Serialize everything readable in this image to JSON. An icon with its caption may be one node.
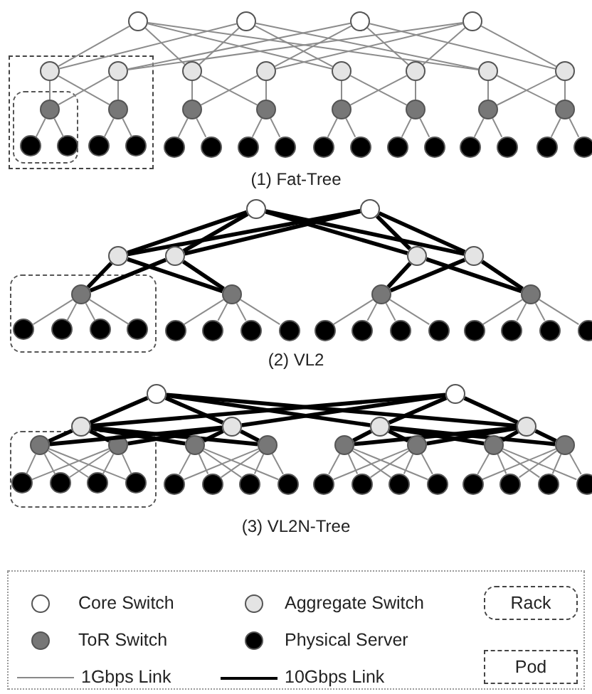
{
  "diagram": {
    "nodes": [
      {
        "text": [],
        "shape": "circle"
      },
      {
        "text": [],
        "shape": "circle"
      },
      {
        "text": [],
        "shape": "circle"
      },
      {
        "text": [],
        "shape": "circle"
      },
      {
        "text": [],
        "shape": "box"
      },
      {
        "text": [],
        "shape": "circle",
        "in": 4
      },
      {
        "text": [],
        "shape": "circle",
        "in": 4
      },
      {
        "text": [],
        "shape": "circle"
      },
      {
        "text": [],
        "shape": "circle"
      },
      {
        "text": [],
        "shape": "circle"
      },
      {
        "text": [],
        "shape": "circle"
      },
      {
        "text": [],
        "shape": "circle"
      },
      {
        "text": [],
        "shape": "circle"
      },
      {
        "text": [],
        "shape": "box",
        "in": 4
      },
      {
        "text": [],
        "shape": "circle",
        "in": 13
      },
      {
        "text": [],
        "shape": "circle",
        "in": 4
      },
      {
        "text": [],
        "shape": "circle"
      },
      {
        "text": [],
        "shape": "circle"
      },
      {
        "text": [],
        "shape": "circle"
      },
      {
        "text": [],
        "shape": "circle"
      },
      {
        "text": [],
        "shape": "circle"
      },
      {
        "text": [],
        "shape": "circle"
      },
      {
        "text": [],
        "shape": "circle",
        "in": 13
      },
      {
        "text": [],
        "shape": "circle",
        "in": 13
      },
      {
        "text": [],
        "shape": "circle",
        "in": 4
      },
      {
        "text": [],
        "shape": "circle",
        "in": 4
      },
      {
        "text": [],
        "shape": "circle"
      },
      {
        "text": [],
        "shape": "circle"
      },
      {
        "text": [],
        "shape": "circle"
      },
      {
        "text": [],
        "shape": "circle"
      },
      {
        "text": [],
        "shape": "circle"
      },
      {
        "text": [],
        "shape": "circle"
      },
      {
        "text": [],
        "shape": "circle"
      },
      {
        "text": [],
        "shape": "circle"
      },
      {
        "text": [],
        "shape": "circle"
      },
      {
        "text": [],
        "shape": "circle"
      },
      {
        "text": [],
        "shape": "circle"
      },
      {
        "text": [],
        "shape": "circle"
      },
      {
        "text": [],
        "shape": "circle"
      },
      {
        "text": [],
        "shape": "circle"
      },
      {
        "text": [],
        "shape": "circle"
      },
      {
        "text": [],
        "shape": "circle"
      },
      {
        "text": [],
        "shape": "circle"
      },
      {
        "text": [],
        "shape": "circle"
      },
      {
        "text": [],
        "shape": "box"
      },
      {
        "text": [],
        "shape": "circle",
        "in": 44
      },
      {
        "text": [],
        "shape": "circle"
      },
      {
        "text": [],
        "shape": "circle"
      },
      {
        "text": [],
        "shape": "circle"
      },
      {
        "text": [],
        "shape": "circle",
        "in": 44
      },
      {
        "text": [],
        "shape": "circle",
        "in": 44
      },
      {
        "text": [],
        "shape": "circle",
        "in": 44
      },
      {
        "text": [],
        "shape": "circle",
        "in": 44
      },
      {
        "text": [],
        "shape": "circle"
      },
      {
        "text": [],
        "shape": "circle"
      },
      {
        "text": [],
        "shape": "circle"
      },
      {
        "text": [],
        "shape": "circle"
      },
      {
        "text": [],
        "shape": "circle"
      },
      {
        "text": [],
        "shape": "circle"
      },
      {
        "text": [],
        "shape": "circle"
      },
      {
        "text": [],
        "shape": "circle"
      },
      {
        "text": [],
        "shape": "circle"
      },
      {
        "text": [],
        "shape": "circle"
      },
      {
        "text": [],
        "shape": "circle"
      },
      {
        "text": [],
        "shape": "circle"
      },
      {
        "text": [],
        "shape": "circle"
      },
      {
        "text": [],
        "shape": "circle"
      },
      {
        "text": [],
        "shape": "circle"
      },
      {
        "text": [],
        "shape": "circle"
      },
      {
        "text": [],
        "shape": "circle"
      },
      {
        "text": [],
        "shape": "circle"
      },
      {
        "text": [],
        "shape": "box"
      },
      {
        "text": [],
        "shape": "circle",
        "in": 71
      },
      {
        "text": [],
        "shape": "circle",
        "in": 71
      },
      {
        "text": [],
        "shape": "circle"
      },
      {
        "text": [],
        "shape": "circle"
      },
      {
        "text": [],
        "shape": "circle"
      },
      {
        "text": [],
        "shape": "circle"
      },
      {
        "text": [],
        "shape": "circle"
      },
      {
        "text": [],
        "shape": "circle"
      },
      {
        "text": [],
        "shape": "circle",
        "in": 71
      },
      {
        "text": [],
        "shape": "circle",
        "in": 71
      },
      {
        "text": [],
        "shape": "circle",
        "in": 71
      },
      {
        "text": [],
        "shape": "circle",
        "in": 71
      },
      {
        "text": [],
        "shape": "circle"
      },
      {
        "text": [],
        "shape": "circle"
      },
      {
        "text": [],
        "shape": "circle"
      },
      {
        "text": [],
        "shape": "circle"
      },
      {
        "text": [],
        "shape": "circle"
      },
      {
        "text": [],
        "shape": "circle"
      },
      {
        "text": [],
        "shape": "circle"
      },
      {
        "text": [],
        "shape": "circle"
      },
      {
        "text": [],
        "shape": "circle"
      },
      {
        "text": [],
        "shape": "circle"
      },
      {
        "text": [],
        "shape": "circle"
      },
      {
        "text": [],
        "shape": "circle"
      }
    ],
    "edges": [
      {
        "from": 0,
        "to": 5,
        "arrow": "none"
      },
      {
        "from": 0,
        "to": 7,
        "arrow": "none"
      },
      {
        "from": 0,
        "to": 9,
        "arrow": "none"
      },
      {
        "from": 0,
        "to": 11,
        "arrow": "none"
      },
      {
        "from": 1,
        "to": 5,
        "arrow": "none"
      },
      {
        "from": 1,
        "to": 7,
        "arrow": "none"
      },
      {
        "from": 1,
        "to": 9,
        "arrow": "none"
      },
      {
        "from": 1,
        "to": 11,
        "arrow": "none"
      },
      {
        "from": 2,
        "to": 6,
        "arrow": "none"
      },
      {
        "from": 2,
        "to": 8,
        "arrow": "none"
      },
      {
        "from": 2,
        "to": 10,
        "arrow": "none"
      },
      {
        "from": 2,
        "to": 12,
        "arrow": "none"
      },
      {
        "from": 3,
        "to": 6,
        "arrow": "none"
      },
      {
        "from": 3,
        "to": 8,
        "arrow": "none"
      },
      {
        "from": 3,
        "to": 10,
        "arrow": "none"
      },
      {
        "from": 3,
        "to": 12,
        "arrow": "none"
      },
      {
        "from": 5,
        "to": 14,
        "arrow": "none"
      },
      {
        "from": 5,
        "to": 15,
        "arrow": "none"
      },
      {
        "from": 6,
        "to": 14,
        "arrow": "none"
      },
      {
        "from": 6,
        "to": 15,
        "arrow": "none"
      },
      {
        "from": 7,
        "to": 16,
        "arrow": "none"
      },
      {
        "from": 7,
        "to": 17,
        "arrow": "none"
      },
      {
        "from": 8,
        "to": 16,
        "arrow": "none"
      },
      {
        "from": 8,
        "to": 17,
        "arrow": "none"
      },
      {
        "from": 9,
        "to": 18,
        "arrow": "none"
      },
      {
        "from": 9,
        "to": 19,
        "arrow": "none"
      },
      {
        "from": 10,
        "to": 18,
        "arrow": "none"
      },
      {
        "from": 10,
        "to": 19,
        "arrow": "none"
      },
      {
        "from": 11,
        "to": 20,
        "arrow": "none"
      },
      {
        "from": 11,
        "to": 21,
        "arrow": "none"
      },
      {
        "from": 12,
        "to": 20,
        "arrow": "none"
      },
      {
        "from": 12,
        "to": 21,
        "arrow": "none"
      },
      {
        "from": 14,
        "to": 22,
        "arrow": "none"
      },
      {
        "from": 14,
        "to": 23,
        "arrow": "none"
      },
      {
        "from": 15,
        "to": 24,
        "arrow": "none"
      },
      {
        "from": 15,
        "to": 25,
        "arrow": "none"
      },
      {
        "from": 16,
        "to": 26,
        "arrow": "none"
      },
      {
        "from": 16,
        "to": 27,
        "arrow": "none"
      },
      {
        "from": 17,
        "to": 28,
        "arrow": "none"
      },
      {
        "from": 17,
        "to": 29,
        "arrow": "none"
      },
      {
        "from": 18,
        "to": 30,
        "arrow": "none"
      },
      {
        "from": 18,
        "to": 31,
        "arrow": "none"
      },
      {
        "from": 19,
        "to": 32,
        "arrow": "none"
      },
      {
        "from": 19,
        "to": 33,
        "arrow": "none"
      },
      {
        "from": 20,
        "to": 34,
        "arrow": "none"
      },
      {
        "from": 20,
        "to": 35,
        "arrow": "none"
      },
      {
        "from": 21,
        "to": 36,
        "arrow": "none"
      },
      {
        "from": 21,
        "to": 37,
        "arrow": "none"
      },
      {
        "from": 38,
        "to": 40,
        "arrow": "none",
        "style": "thick",
        "color": "#000000"
      },
      {
        "from": 38,
        "to": 41,
        "arrow": "none",
        "style": "thick",
        "color": "#000000"
      },
      {
        "from": 38,
        "to": 42,
        "arrow": "none",
        "style": "thick",
        "color": "#000000"
      },
      {
        "from": 38,
        "to": 43,
        "arrow": "none",
        "style": "thick",
        "color": "#000000"
      },
      {
        "from": 39,
        "to": 40,
        "arrow": "none",
        "style": "thick",
        "color": "#000000"
      },
      {
        "from": 39,
        "to": 41,
        "arrow": "none",
        "style": "thick",
        "color": "#000000"
      },
      {
        "from": 39,
        "to": 42,
        "arrow": "none",
        "style": "thick",
        "color": "#000000"
      },
      {
        "from": 39,
        "to": 43,
        "arrow": "none",
        "style": "thick",
        "color": "#000000"
      },
      {
        "from": 40,
        "to": 45,
        "arrow": "none",
        "style": "thick",
        "color": "#000000"
      },
      {
        "from": 40,
        "to": 46,
        "arrow": "none",
        "style": "thick",
        "color": "#000000"
      },
      {
        "from": 41,
        "to": 45,
        "arrow": "none",
        "style": "thick",
        "color": "#000000"
      },
      {
        "from": 41,
        "to": 46,
        "arrow": "none",
        "style": "thick",
        "color": "#000000"
      },
      {
        "from": 42,
        "to": 47,
        "arrow": "none",
        "style": "thick",
        "color": "#000000"
      },
      {
        "from": 42,
        "to": 48,
        "arrow": "none",
        "style": "thick",
        "color": "#000000"
      },
      {
        "from": 43,
        "to": 47,
        "arrow": "none",
        "style": "thick",
        "color": "#000000"
      },
      {
        "from": 43,
        "to": 48,
        "arrow": "none",
        "style": "thick",
        "color": "#000000"
      },
      {
        "from": 45,
        "to": 49,
        "arrow": "none"
      },
      {
        "from": 45,
        "to": 50,
        "arrow": "none"
      },
      {
        "from": 45,
        "to": 51,
        "arrow": "none"
      },
      {
        "from": 45,
        "to": 52,
        "arrow": "none"
      },
      {
        "from": 46,
        "to": 53,
        "arrow": "none"
      },
      {
        "from": 46,
        "to": 54,
        "arrow": "none"
      },
      {
        "from": 46,
        "to": 55,
        "arrow": "none"
      },
      {
        "from": 46,
        "to": 56,
        "arrow": "none"
      },
      {
        "from": 47,
        "to": 57,
        "arrow": "none"
      },
      {
        "from": 47,
        "to": 58,
        "arrow": "none"
      },
      {
        "from": 47,
        "to": 59,
        "arrow": "none"
      },
      {
        "from": 47,
        "to": 60,
        "arrow": "none"
      },
      {
        "from": 48,
        "to": 61,
        "arrow": "none"
      },
      {
        "from": 48,
        "to": 62,
        "arrow": "none"
      },
      {
        "from": 48,
        "to": 63,
        "arrow": "none"
      },
      {
        "from": 48,
        "to": 64,
        "arrow": "none"
      },
      {
        "from": 65,
        "to": 67,
        "arrow": "none",
        "style": "thick",
        "color": "#000000"
      },
      {
        "from": 65,
        "to": 68,
        "arrow": "none",
        "style": "thick",
        "color": "#000000"
      },
      {
        "from": 65,
        "to": 69,
        "arrow": "none",
        "style": "thick",
        "color": "#000000"
      },
      {
        "from": 65,
        "to": 70,
        "arrow": "none",
        "style": "thick",
        "color": "#000000"
      },
      {
        "from": 66,
        "to": 67,
        "arrow": "none",
        "style": "thick",
        "color": "#000000"
      },
      {
        "from": 66,
        "to": 68,
        "arrow": "none",
        "style": "thick",
        "color": "#000000"
      },
      {
        "from": 66,
        "to": 69,
        "arrow": "none",
        "style": "thick",
        "color": "#000000"
      },
      {
        "from": 66,
        "to": 70,
        "arrow": "none",
        "style": "thick",
        "color": "#000000"
      },
      {
        "from": 67,
        "to": 72,
        "arrow": "none",
        "style": "thick",
        "color": "#000000"
      },
      {
        "from": 67,
        "to": 73,
        "arrow": "none",
        "style": "thick",
        "color": "#000000"
      },
      {
        "from": 67,
        "to": 74,
        "arrow": "none",
        "style": "thick",
        "color": "#000000"
      },
      {
        "from": 67,
        "to": 75,
        "arrow": "none",
        "style": "thick",
        "color": "#000000"
      },
      {
        "from": 68,
        "to": 72,
        "arrow": "none",
        "style": "thick",
        "color": "#000000"
      },
      {
        "from": 68,
        "to": 73,
        "arrow": "none",
        "style": "thick",
        "color": "#000000"
      },
      {
        "from": 68,
        "to": 74,
        "arrow": "none",
        "style": "thick",
        "color": "#000000"
      },
      {
        "from": 68,
        "to": 75,
        "arrow": "none",
        "style": "thick",
        "color": "#000000"
      },
      {
        "from": 69,
        "to": 76,
        "arrow": "none",
        "style": "thick",
        "color": "#000000"
      },
      {
        "from": 69,
        "to": 77,
        "arrow": "none",
        "style": "thick",
        "color": "#000000"
      },
      {
        "from": 69,
        "to": 78,
        "arrow": "none",
        "style": "thick",
        "color": "#000000"
      },
      {
        "from": 69,
        "to": 79,
        "arrow": "none",
        "style": "thick",
        "color": "#000000"
      },
      {
        "from": 70,
        "to": 76,
        "arrow": "none",
        "style": "thick",
        "color": "#000000"
      },
      {
        "from": 70,
        "to": 77,
        "arrow": "none",
        "style": "thick",
        "color": "#000000"
      },
      {
        "from": 70,
        "to": 78,
        "arrow": "none",
        "style": "thick",
        "color": "#000000"
      },
      {
        "from": 70,
        "to": 79,
        "arrow": "none",
        "style": "thick",
        "color": "#000000"
      },
      {
        "from": 72,
        "to": 80,
        "arrow": "none"
      },
      {
        "from": 72,
        "to": 81,
        "arrow": "none"
      },
      {
        "from": 72,
        "to": 82,
        "arrow": "none"
      },
      {
        "from": 72,
        "to": 83,
        "arrow": "none"
      },
      {
        "from": 73,
        "to": 80,
        "arrow": "none"
      },
      {
        "from": 73,
        "to": 81,
        "arrow": "none"
      },
      {
        "from": 73,
        "to": 82,
        "arrow": "none"
      },
      {
        "from": 73,
        "to": 83,
        "arrow": "none"
      },
      {
        "from": 74,
        "to": 84,
        "arrow": "none"
      },
      {
        "from": 74,
        "to": 85,
        "arrow": "none"
      },
      {
        "from": 74,
        "to": 86,
        "arrow": "none"
      },
      {
        "from": 74,
        "to": 87,
        "arrow": "none"
      },
      {
        "from": 75,
        "to": 84,
        "arrow": "none"
      },
      {
        "from": 75,
        "to": 85,
        "arrow": "none"
      },
      {
        "from": 75,
        "to": 86,
        "arrow": "none"
      },
      {
        "from": 75,
        "to": 87,
        "arrow": "none"
      },
      {
        "from": 76,
        "to": 88,
        "arrow": "none"
      },
      {
        "from": 76,
        "to": 89,
        "arrow": "none"
      },
      {
        "from": 76,
        "to": 90,
        "arrow": "none"
      },
      {
        "from": 76,
        "to": 91,
        "arrow": "none"
      },
      {
        "from": 77,
        "to": 88,
        "arrow": "none"
      },
      {
        "from": 77,
        "to": 89,
        "arrow": "none"
      },
      {
        "from": 77,
        "to": 90,
        "arrow": "none"
      },
      {
        "from": 77,
        "to": 91,
        "arrow": "none"
      },
      {
        "from": 78,
        "to": 92,
        "arrow": "none"
      },
      {
        "from": 78,
        "to": 93,
        "arrow": "none"
      },
      {
        "from": 78,
        "to": 94,
        "arrow": "none"
      },
      {
        "from": 78,
        "to": 95,
        "arrow": "none"
      },
      {
        "from": 79,
        "to": 92,
        "arrow": "none"
      },
      {
        "from": 79,
        "to": 93,
        "arrow": "none"
      },
      {
        "from": 79,
        "to": 94,
        "arrow": "none"
      },
      {
        "from": 79,
        "to": 95,
        "arrow": "none"
      }
    ],
    "labels": [
      "(1) Fat-Tree",
      "(2) VL2",
      "(3) VL2N-Tree"
    ],
    "legend": [
      {
        "text": "Core Switch",
        "color": "#ffffff"
      },
      {
        "text": "Aggregate Switch",
        "color": "#e4e4e4"
      },
      {
        "text": "ToR Switch",
        "color": "#777777"
      },
      {
        "text": "Physical Server",
        "color": "#000000"
      },
      {
        "text": "1Gbps Link"
      },
      {
        "text": "10Gbps Link"
      },
      {
        "text": "Rack"
      },
      {
        "text": "Pod"
      }
    ]
  }
}
